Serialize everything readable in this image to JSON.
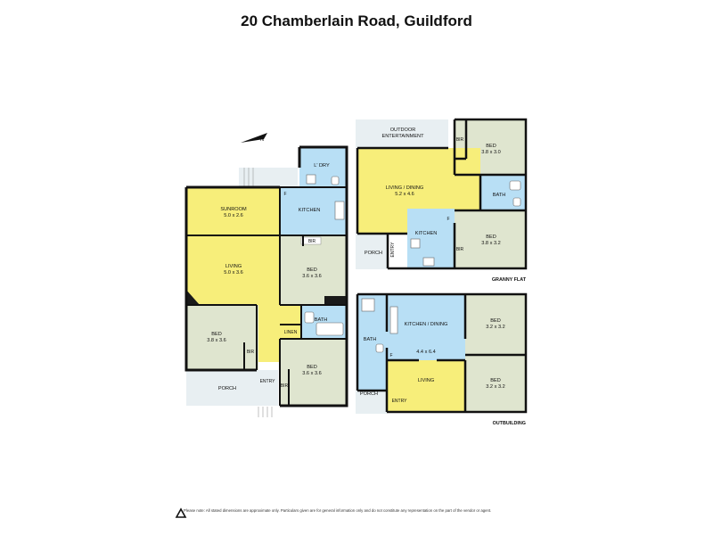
{
  "title": "20 Chamberlain Road, Guildford",
  "compass": {
    "label": "N"
  },
  "colors": {
    "living": "#f7ee7a",
    "wet": "#b8dff5",
    "bed": "#dfe5cf",
    "outdoor": "#e8eff2",
    "wall": "#111111",
    "stair": "#1a1a1a"
  },
  "house": {
    "laundry": {
      "name": "L' DRY"
    },
    "sunroom": {
      "name": "SUNROOM",
      "dims": "5.0 x 2.6"
    },
    "kitchen": {
      "name": "KITCHEN",
      "fridge": "F"
    },
    "living": {
      "name": "LIVING",
      "dims": "5.0 x 3.6"
    },
    "bed_right": {
      "name": "BED",
      "dims": "3.6 x 3.6",
      "bir": "BIR"
    },
    "bath": {
      "name": "BATH"
    },
    "linen": {
      "name": "LINEN"
    },
    "bed_left": {
      "name": "BED",
      "dims": "3.8 x 3.6",
      "bir": "BIR"
    },
    "bed_bottom": {
      "name": "BED",
      "dims": "3.6 x 3.6",
      "bir": "BIR"
    },
    "porch": {
      "name": "PORCH"
    },
    "entry": {
      "name": "ENTRY"
    }
  },
  "granny_flat": {
    "section_label": "GRANNY FLAT",
    "outdoor": {
      "name": "OUTDOOR",
      "name2": "ENTERTAINMENT"
    },
    "bed_top": {
      "name": "BED",
      "dims": "3.8 x 3.0",
      "bir": "BIR"
    },
    "living_dining": {
      "name": "LIVING / DINING",
      "dims": "5.2 x 4.6"
    },
    "bath": {
      "name": "BATH"
    },
    "kitchen": {
      "name": "KITCHEN",
      "fridge": "F"
    },
    "bed_bottom": {
      "name": "BED",
      "dims": "3.8 x 3.2",
      "bir": "BIR"
    },
    "porch": {
      "name": "PORCH"
    },
    "entry": {
      "name": "ENTRY"
    }
  },
  "outbuilding": {
    "section_label": "OUTBUILDING",
    "kitchen_dining": {
      "name": "KITCHEN / DINING",
      "dims": "4.4 x 6.4"
    },
    "bed_top": {
      "name": "BED",
      "dims": "3.2 x 3.2"
    },
    "bath": {
      "name": "BATH",
      "fridge": "F"
    },
    "living": {
      "name": "LIVING"
    },
    "bed_bottom": {
      "name": "BED",
      "dims": "3.2 x 3.2"
    },
    "porch": {
      "name": "PORCH"
    },
    "entry": {
      "name": "ENTRY"
    }
  },
  "disclaimer": "Please note: All stated dimensions are approximate only. Particulars given are for general information only and do not constitute any representation on the part of the vendor or agent."
}
